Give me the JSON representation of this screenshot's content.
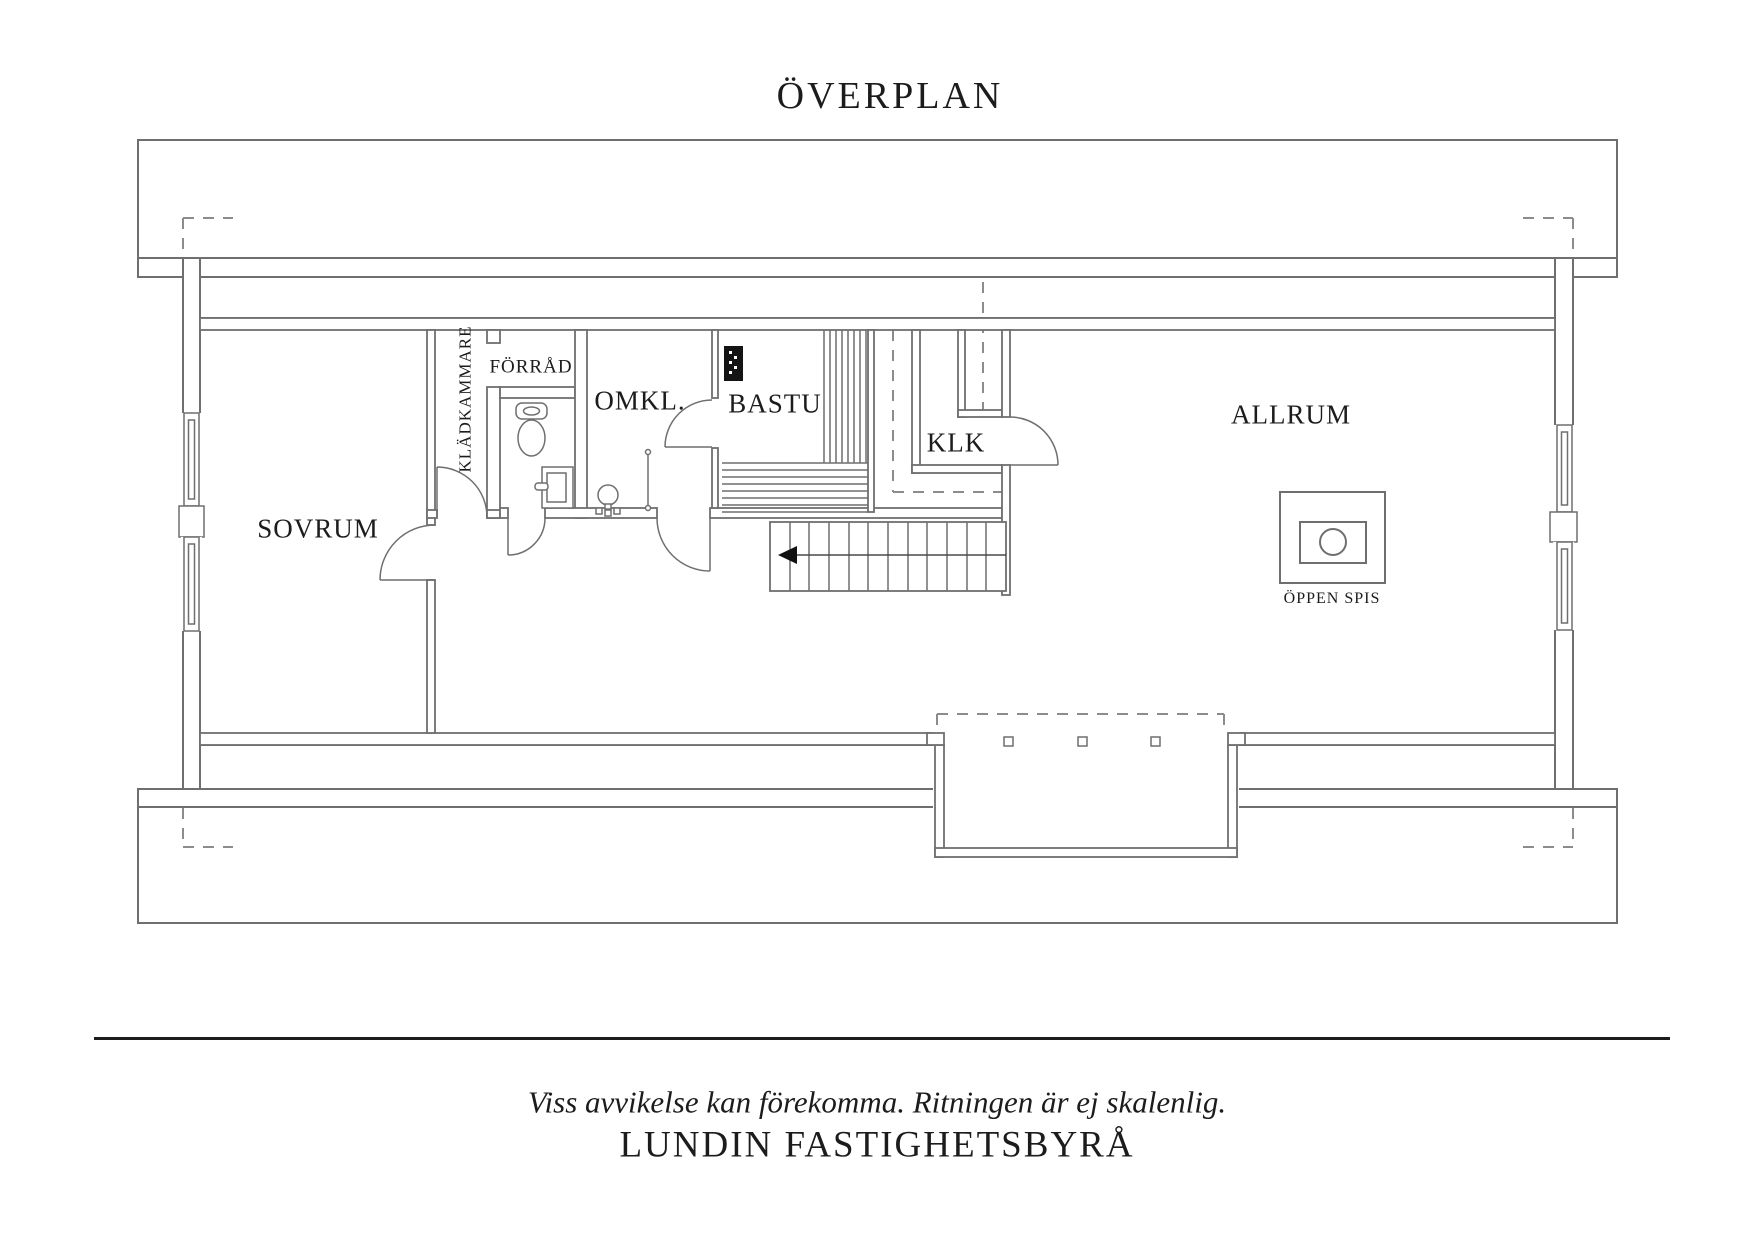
{
  "title": "ÖVERPLAN",
  "rooms": {
    "sovrum": "SOVRUM",
    "kladkammare": "KLÄDKAMMARE",
    "forrad": "FÖRRÅD",
    "omkl": "OMKL.",
    "bastu": "BASTU",
    "klk": "KLK",
    "allrum": "ALLRUM",
    "oppen_spis": "ÖPPEN SPIS"
  },
  "footer": {
    "disclaimer": "Viss avvikelse kan förekomma. Ritningen är ej skalenlig.",
    "brand": "LUNDIN FASTIGHETSBYRÅ"
  },
  "colors": {
    "line": "#6f6f6f",
    "dash": "#8c8c8c",
    "text": "#1c1c1c",
    "fill": "#ffffff",
    "heater": "#141414"
  }
}
